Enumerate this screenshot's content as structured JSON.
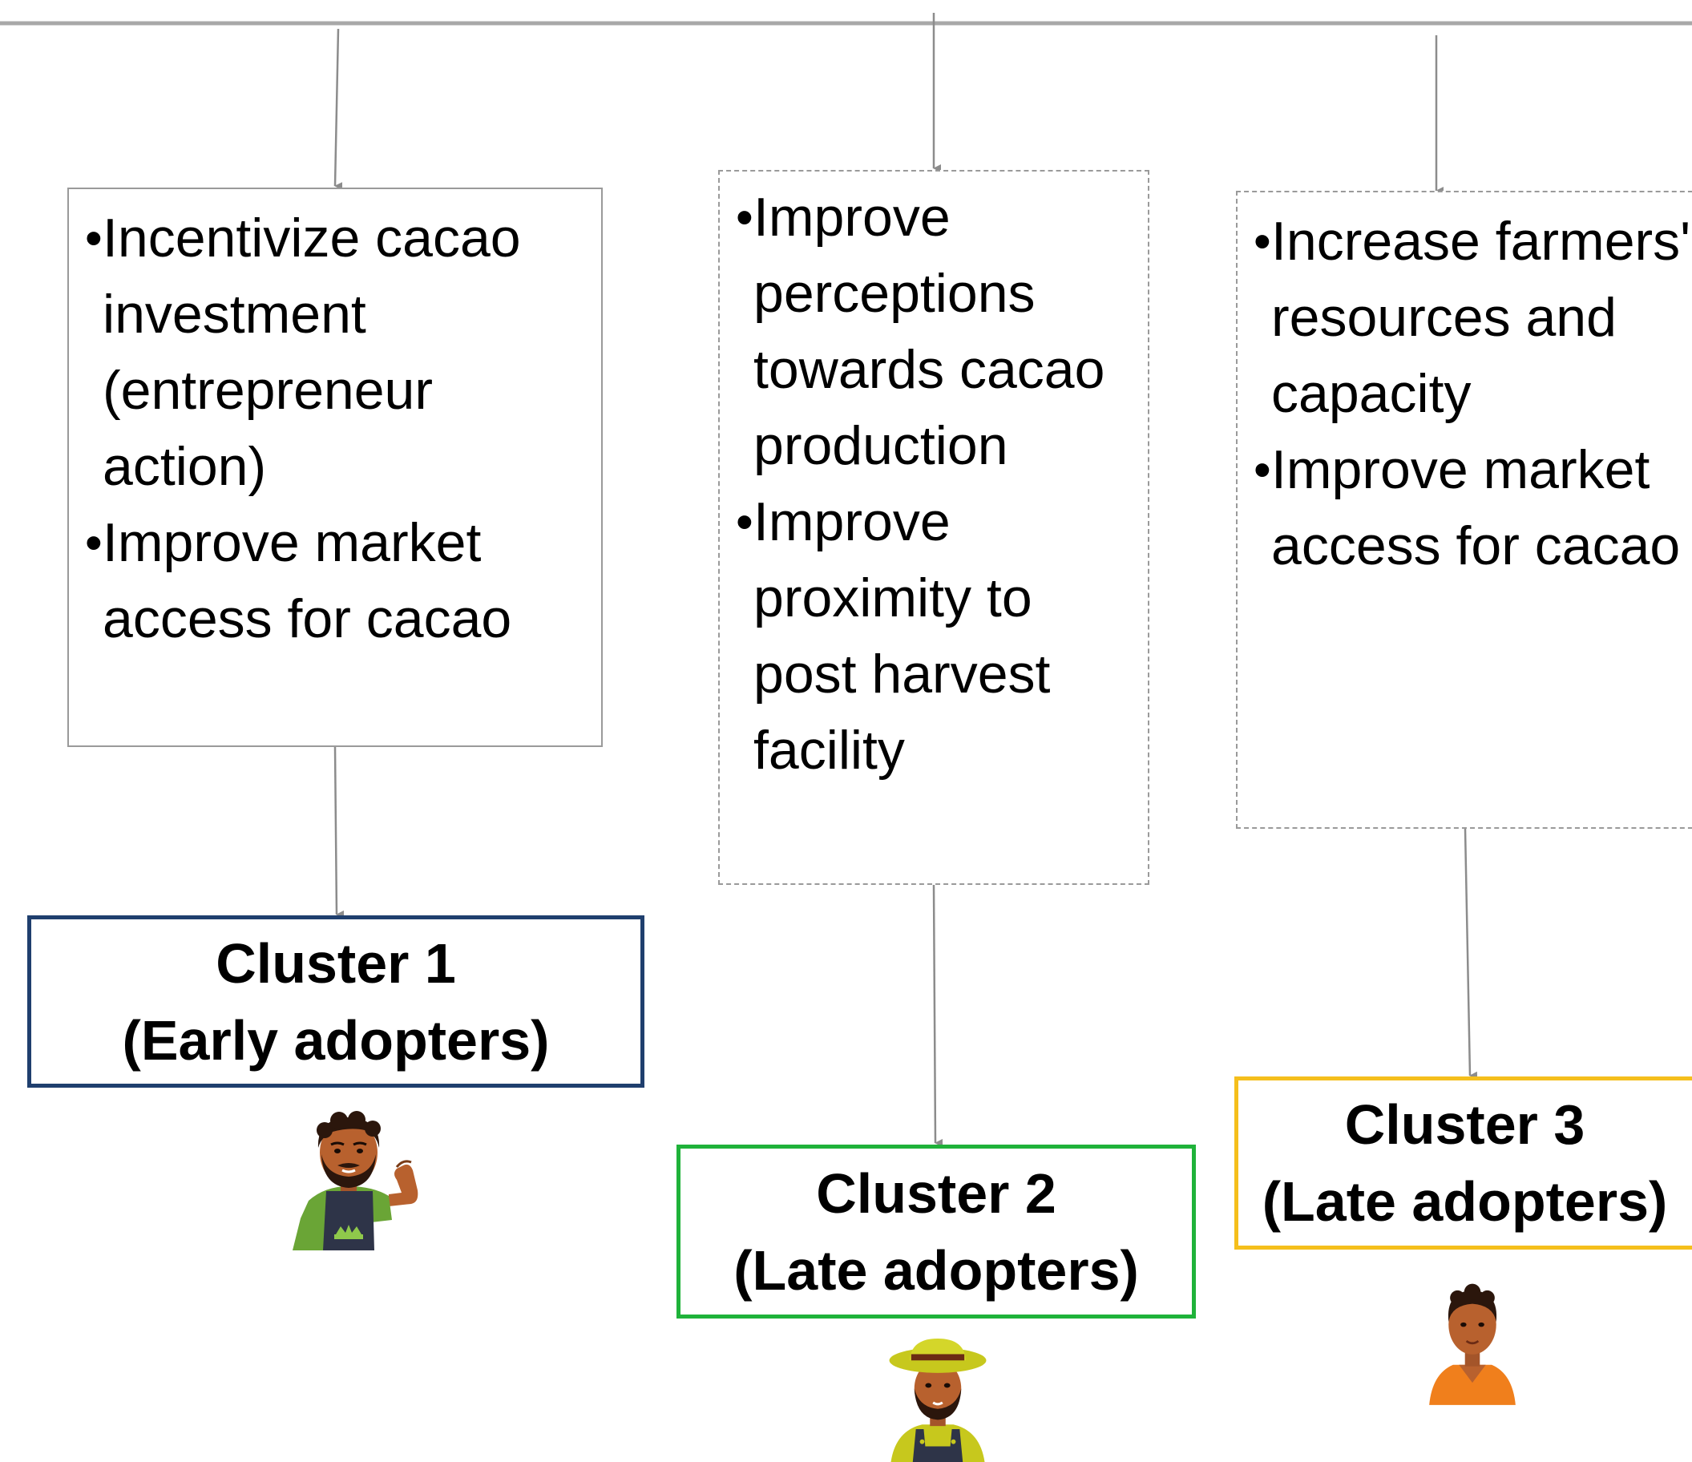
{
  "colors": {
    "connector": "#8c8c8c",
    "cluster1_border": "#1f3f6e",
    "cluster2_border": "#1fb23a",
    "cluster3_border": "#f5bf1c"
  },
  "recommendations": [
    {
      "items": [
        "Incentivize cacao investment (entrepreneur action)",
        "Improve market access for cacao"
      ]
    },
    {
      "items": [
        "Improve perceptions towards cacao production",
        "Improve proximity to post harvest facility"
      ]
    },
    {
      "items": [
        "Increase farmers' resources and capacity",
        "Improve market access for cacao"
      ]
    }
  ],
  "clusters": [
    {
      "title": "Cluster 1",
      "subtitle": "(Early adopters)"
    },
    {
      "title": "Cluster 2",
      "subtitle": "(Late adopters)"
    },
    {
      "title": "Cluster 3",
      "subtitle": "(Late adopters)"
    }
  ],
  "icons": [
    "farmer-flexing-icon",
    "farmer-straw-hat-icon",
    "farmer-orange-shirt-icon"
  ]
}
